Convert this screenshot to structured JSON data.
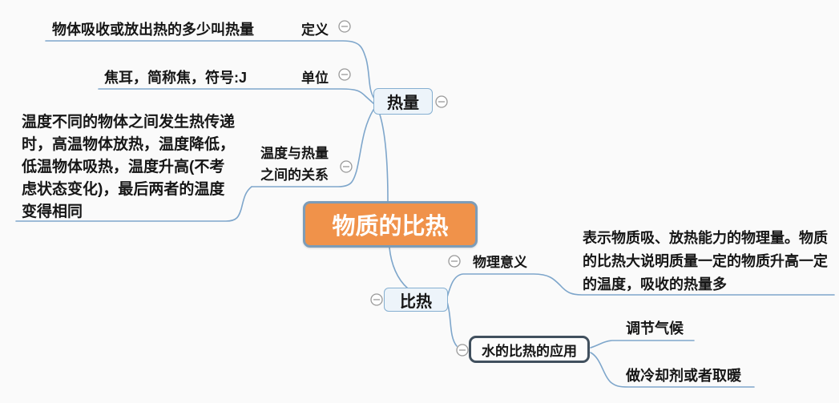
{
  "app": {
    "type": "mindmap",
    "background": "#FAFAFA"
  },
  "colors": {
    "root_fill": "#F0924A",
    "root_border": "#7C9CB8",
    "branch_fill": "#EDF4FA",
    "branch_border": "#85AFD1",
    "connector_line": "#7EA6CB",
    "outlined_node_border": "#41505E",
    "collapse_icon_gray": "#999999",
    "text": "#161616"
  },
  "mindmap": {
    "root": {
      "label": "物质的比热"
    },
    "heat": {
      "label": "热量",
      "children": {
        "definition": {
          "label": "定义",
          "leaf": "物体吸收或放出热的多少叫热量"
        },
        "unit": {
          "label": "单位",
          "leaf": "焦耳，简称焦，符号:J"
        },
        "relation": {
          "label": "温度与热量之间的关系",
          "leaf": "温度不同的物体之间发生热传递时，高温物体放热，温度降低，低温物体吸热，温度升高(不考虑状态变化)，最后两者的温度变得相同"
        }
      }
    },
    "specific_heat": {
      "label": "比热",
      "children": {
        "meaning": {
          "label": "物理意义",
          "leaf": "表示物质吸、放热能力的物理量。物质的比热大说明质量一定的物质升高一定的温度，吸收的热量多"
        },
        "water_application": {
          "label": "水的比热的应用",
          "apps": [
            "调节气候",
            "做冷却剂或者取暖"
          ]
        }
      }
    }
  }
}
